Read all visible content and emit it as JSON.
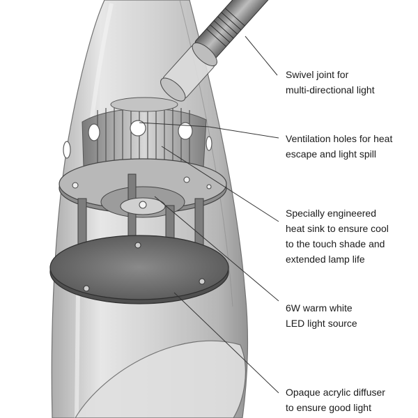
{
  "colors": {
    "background": "#ffffff",
    "text": "#1a1a1a",
    "leader_line": "#333333",
    "shade_glass": "#c9c9c9",
    "metal": "#9a9a9a",
    "diffuser": "#6e6e6e"
  },
  "callouts": [
    {
      "id": "swivel-joint",
      "lines": [
        "Swivel joint for",
        "multi-directional light"
      ]
    },
    {
      "id": "ventilation-holes",
      "lines": [
        "Ventilation holes for heat",
        "escape and light spill"
      ]
    },
    {
      "id": "heat-sink",
      "lines": [
        "Specially engineered",
        "heat sink to ensure cool",
        "to the touch shade and",
        "extended lamp life"
      ]
    },
    {
      "id": "led-source",
      "lines": [
        "6W warm white",
        "LED light source"
      ]
    },
    {
      "id": "diffuser",
      "lines": [
        "Opaque acrylic diffuser",
        "to ensure good light"
      ]
    }
  ]
}
